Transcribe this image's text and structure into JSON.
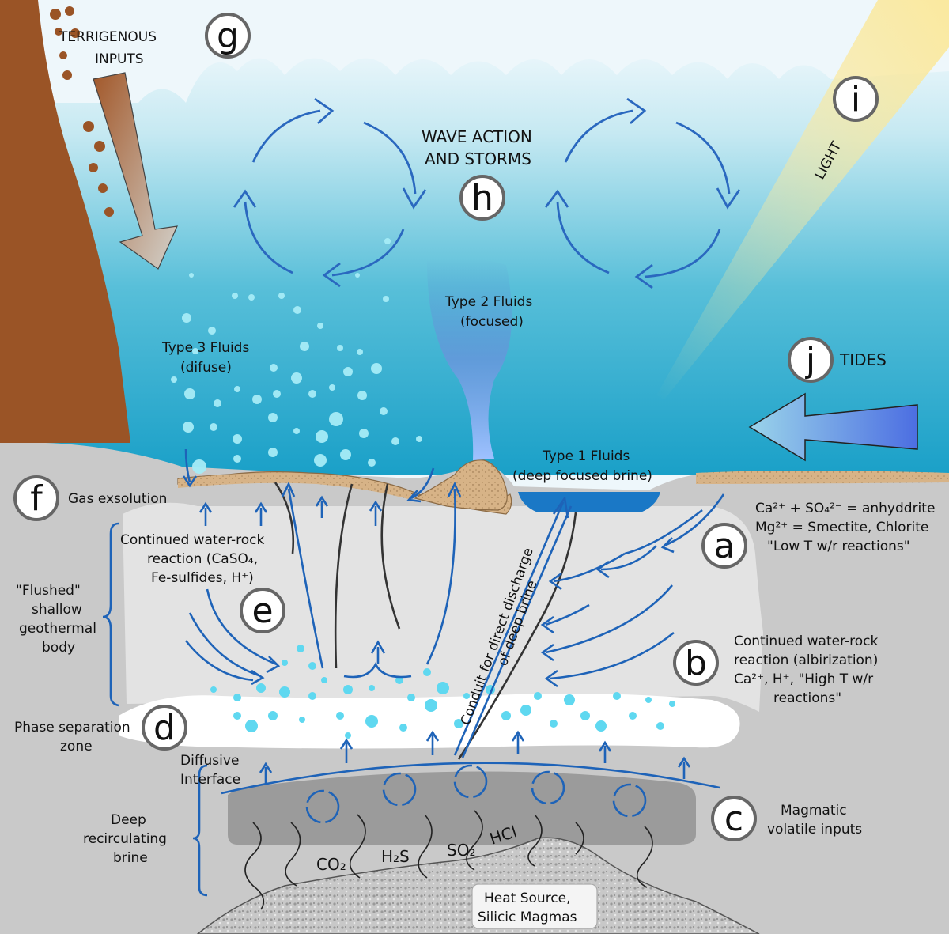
{
  "badges": {
    "a": "a",
    "b": "b",
    "c": "c",
    "d": "d",
    "e": "e",
    "f": "f",
    "g": "g",
    "h": "h",
    "i": "i",
    "j": "j"
  },
  "labels": {
    "terrigenous_1": "TERRIGENOUS",
    "terrigenous_2": "INPUTS",
    "wave_1": "WAVE ACTION",
    "wave_2": "AND STORMS",
    "light": "LIGHT",
    "tides": "TIDES",
    "type2_1": "Type 2 Fluids",
    "type2_2": "(focused)",
    "type3_1": "Type 3 Fluids",
    "type3_2": "(difuse)",
    "type1_1": "Type 1 Fluids",
    "type1_2": "(deep focused brine)",
    "gas_exsolution": "Gas exsolution",
    "a_line1": "Ca²⁺ + SO₄²⁻ = anhyddrite",
    "a_line2": "Mg²⁺ = Smectite, Chlorite",
    "a_line3": "\"Low T w/r reactions\"",
    "e_line1": "Continued water-rock",
    "e_line2": "reaction (CaSO₄,",
    "e_line3": "Fe-sulfides, H⁺)",
    "flushed_1": "\"Flushed\"",
    "flushed_2": "shallow",
    "flushed_3": "geothermal",
    "flushed_4": "body",
    "b_line1": "Continued water-rock",
    "b_line2": "reaction (albirization)",
    "b_line3": "Ca²⁺, H⁺, \"High T w/r",
    "b_line4": "reactions\"",
    "conduit_1": "Conduit for direct discharge",
    "conduit_2": "of deep brine",
    "phase_1": "Phase separation",
    "phase_2": "zone",
    "diffusive_1": "Diffusive",
    "diffusive_2": "Interface",
    "deep_1": "Deep",
    "deep_2": "recirculating",
    "deep_3": "brine",
    "magmatic_1": "Magmatic",
    "magmatic_2": "volatile inputs",
    "co2": "CO₂",
    "h2s": "H₂S",
    "so2": "SO₂",
    "hcl": "HCl",
    "heat_1": "Heat Source,",
    "heat_2": "Silicic Magmas"
  },
  "colors": {
    "flow_arrow": "#1e63b8",
    "sky": "#eef7fb",
    "sea_deep": "#23a7cc",
    "rock_gray": "#c9c9c9",
    "cliff_brown": "#9a5426",
    "sediment_tan": "#d8b48a",
    "brine_pool": "#1a78c6",
    "light_beam": "#f6df72",
    "tide_arrow": "#4a6fe0"
  }
}
